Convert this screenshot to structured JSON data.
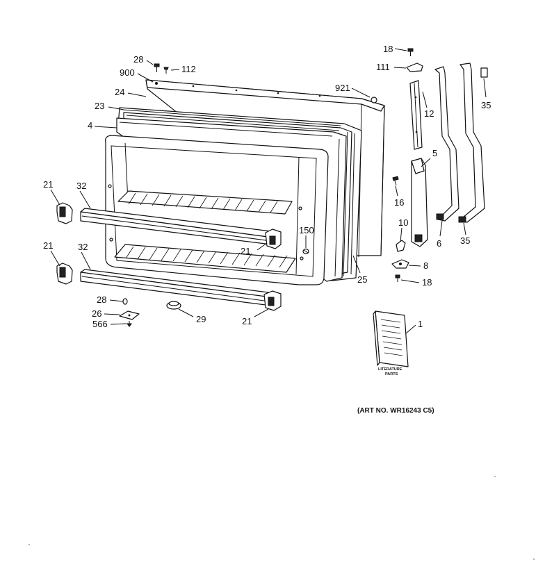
{
  "diagram": {
    "art_number": "(ART NO. WR16243 C5)",
    "literature_caption": [
      "LITERATURE",
      "PARTS"
    ],
    "callouts": {
      "c28_top": "28",
      "c112": "112",
      "c900": "900",
      "c24": "24",
      "c23": "23",
      "c4": "4",
      "c921": "921",
      "c18_top": "18",
      "c111": "111",
      "c12": "12",
      "c35_top": "35",
      "c5": "5",
      "c16": "16",
      "c10": "10",
      "c6": "6",
      "c35_bottom": "35",
      "c8": "8",
      "c18_bottom": "18",
      "c25": "25",
      "c150": "150",
      "c21_right_mid": "21",
      "c21_left_top": "21",
      "c32_top": "32",
      "c21_left_bottom": "21",
      "c32_bottom": "32",
      "c28_bottom": "28",
      "c26": "26",
      "c566": "566",
      "c29": "29",
      "c21_right_bottom": "21",
      "c1": "1"
    }
  }
}
